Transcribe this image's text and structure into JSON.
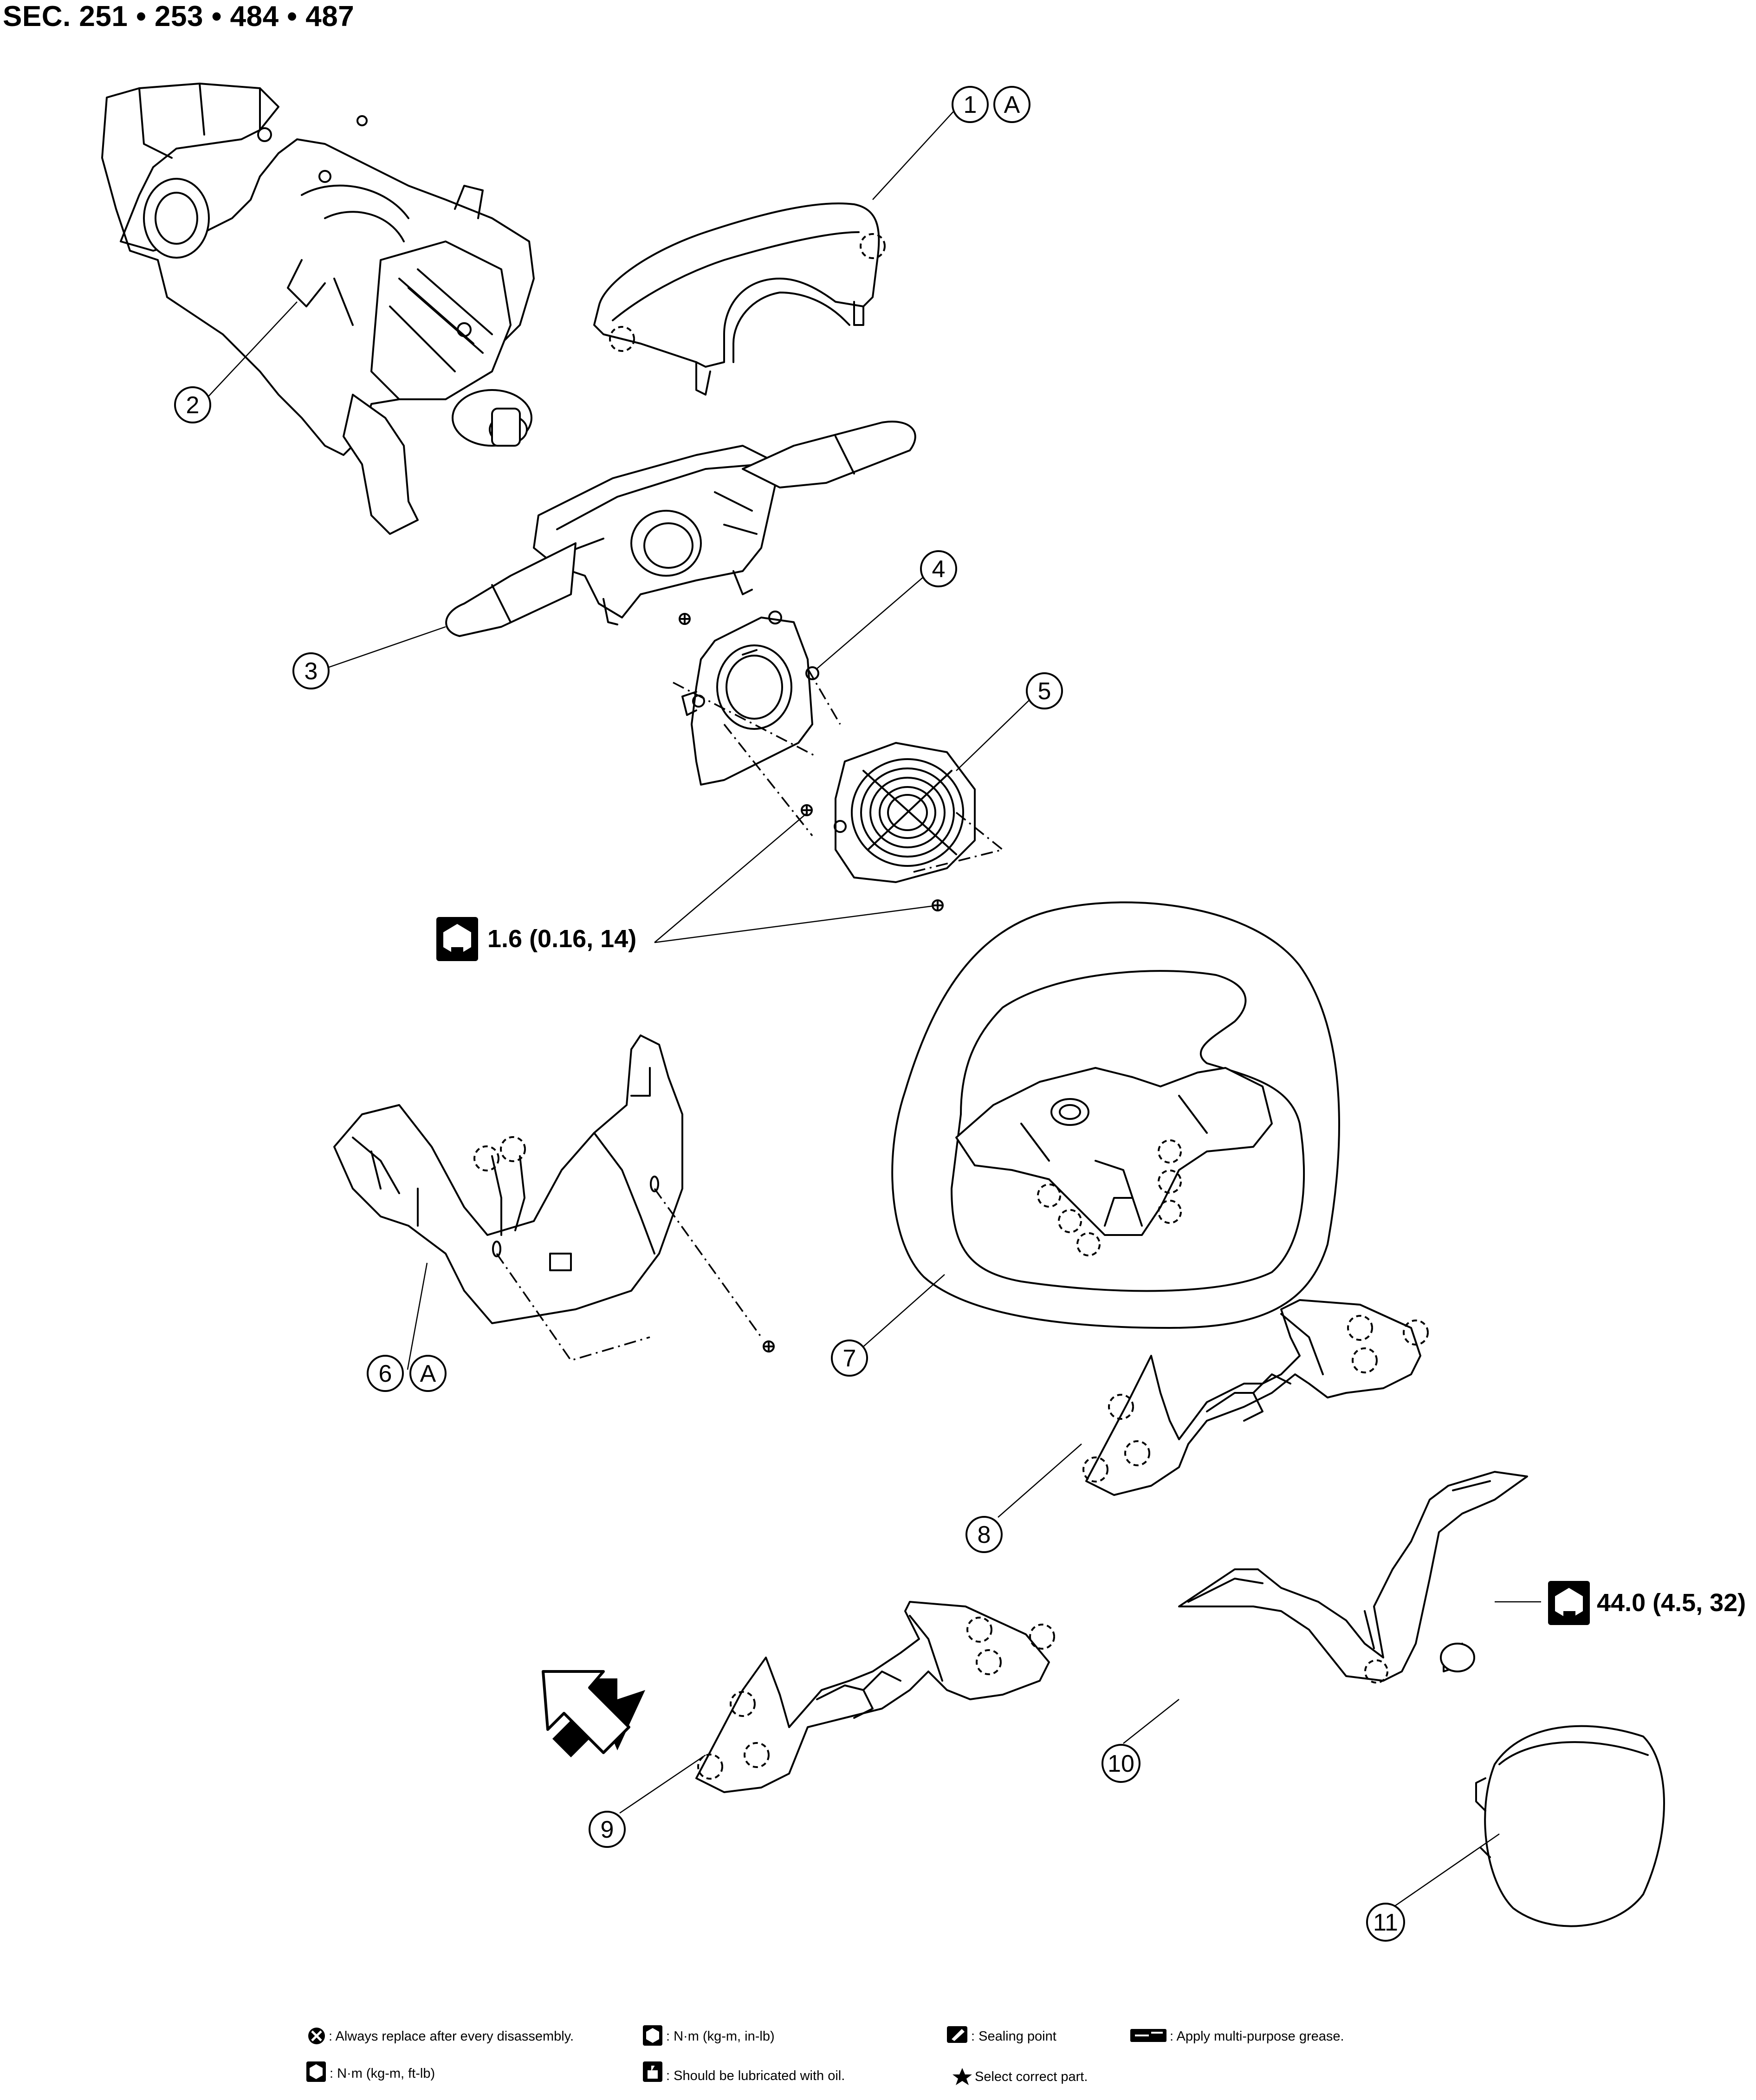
{
  "header": {
    "section": "SEC. 251 • 253 • 484 • 487"
  },
  "callouts": {
    "c1": "1",
    "c2": "2",
    "c3": "3",
    "c4": "4",
    "c5": "5",
    "c6": "6",
    "c7": "7",
    "c8": "8",
    "c9": "9",
    "c10": "10",
    "c11": "11",
    "ref_a1": "A",
    "ref_a6": "A"
  },
  "torques": {
    "t1": "1.6 (0.16, 14)",
    "t2": "44.0 (4.5, 32)"
  },
  "legend": {
    "replace": ": Always replace after every disassembly.",
    "nm_inlb": ": N·m (kg-m, in-lb)",
    "sealing": ": Sealing point",
    "grease": ": Apply multi-purpose grease.",
    "nm_ftlb": ": N·m (kg-m, ft-lb)",
    "oil": ": Should be lubricated with oil.",
    "select": "Select correct part."
  },
  "icons": [
    "cross-circle-icon",
    "torque-wrench-icon",
    "oil-can-icon",
    "sealing-icon",
    "grease-icon",
    "star-icon",
    "front-arrow-icon"
  ]
}
